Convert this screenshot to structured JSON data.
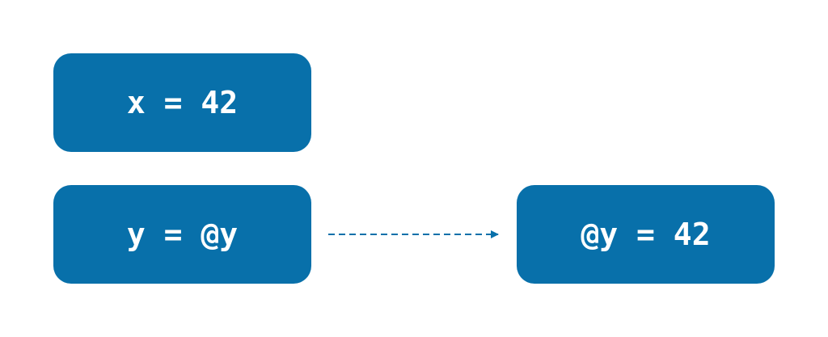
{
  "diagram": {
    "boxes": [
      {
        "label": "x = 42"
      },
      {
        "label": "y = @y"
      },
      {
        "label": "@y = 42"
      }
    ],
    "colors": {
      "box_fill": "#0870aa",
      "box_text": "#ffffff",
      "arrow": "#0870aa"
    }
  }
}
